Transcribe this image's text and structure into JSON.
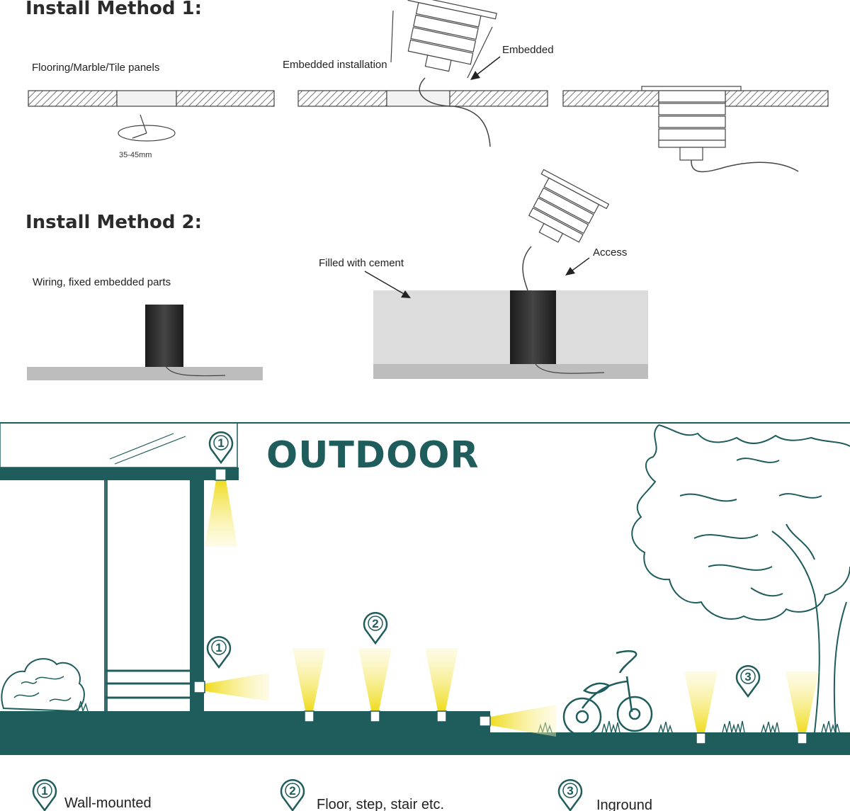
{
  "method1": {
    "heading": "Install Method 1:",
    "label_panels": "Flooring/Marble/Tile panels",
    "label_hole": "35-45mm",
    "label_embedded_installation": "Embedded installation",
    "label_embedded": "Embedded"
  },
  "method2": {
    "heading": "Install Method 2:",
    "label_wiring": "Wiring, fixed embedded parts",
    "label_cement": "Filled with cement",
    "label_access": "Access"
  },
  "outdoor": {
    "title": "OUTDOOR",
    "marker_numbers": [
      "1",
      "1",
      "2",
      "3"
    ]
  },
  "legend": {
    "items": [
      {
        "number": "1",
        "label": "Wall-mounted"
      },
      {
        "number": "2",
        "label": "Floor, step, stair etc."
      },
      {
        "number": "3",
        "label": "Inground"
      }
    ]
  },
  "colors": {
    "teal": "#1f5c5c",
    "beam": "#f3e23a",
    "hatch": "#555555",
    "cement": "#dcdcdc",
    "ground_gray": "#bdbdbd",
    "sleeve": "#2e2e2e"
  }
}
